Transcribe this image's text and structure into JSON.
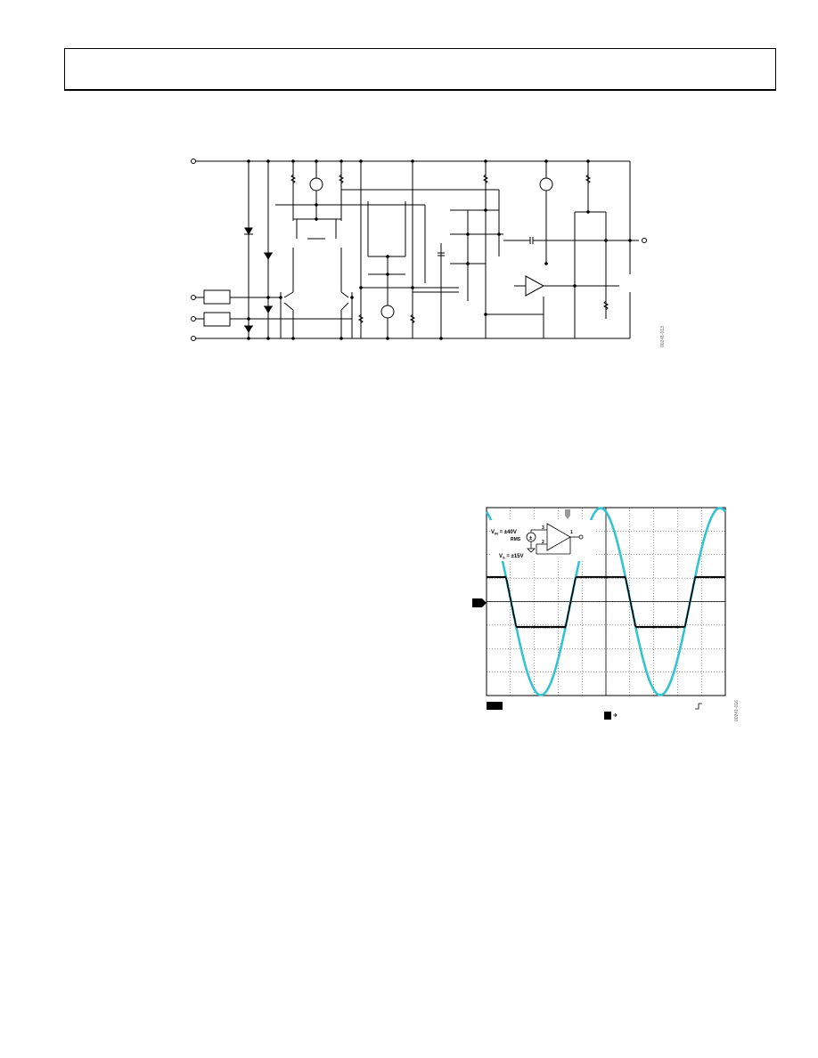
{
  "schematic": {
    "figure_id": "00241-013"
  },
  "scope": {
    "figure_id": "00241-016",
    "vin_label": "V",
    "vin_sub": "IN",
    "vin_value": " = ±40V",
    "source_label": "RMS",
    "vs_label": "V",
    "vs_sub": "S",
    "vs_value": " = ±15V",
    "pin_plus_in": "3",
    "pin_minus_in": "2",
    "pin_out": "1",
    "colors": {
      "input_trace": "#33c3d1",
      "output_trace": "#000000"
    }
  }
}
